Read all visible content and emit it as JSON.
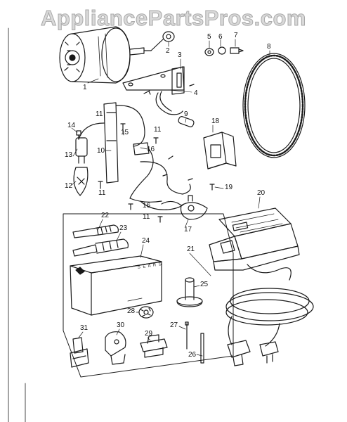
{
  "watermark": "AppliancePartsPros.com",
  "callouts": [
    "1",
    "2",
    "3",
    "4",
    "5",
    "6",
    "7",
    "8",
    "9",
    "10",
    "11",
    "11",
    "11",
    "11",
    "12",
    "13",
    "14",
    "15",
    "16",
    "16",
    "17",
    "18",
    "19",
    "20",
    "21",
    "22",
    "23",
    "24",
    "25",
    "26",
    "27",
    "28",
    "29",
    "30",
    "31"
  ],
  "box_brand_text": "S E A R S",
  "colors": {
    "ink": "#1a1a1a",
    "watermark_fill": "#d9d9d9",
    "watermark_stroke": "#a9a9a9"
  }
}
